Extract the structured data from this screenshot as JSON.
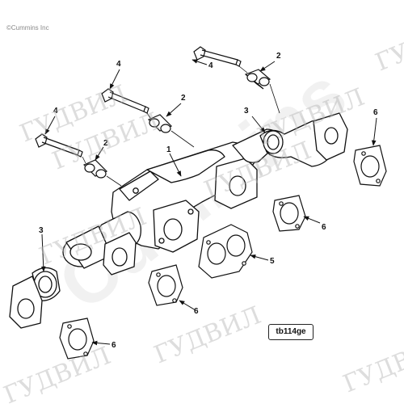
{
  "diagram": {
    "copyright": "©Cummins Inc",
    "figure_id": "tb114ge",
    "watermark_brand": "Cummins",
    "watermark_text": "ГУДВИЛ",
    "callouts": [
      {
        "id": "c4a",
        "label": "4"
      },
      {
        "id": "c2a",
        "label": "2"
      },
      {
        "id": "c4b",
        "label": "4"
      },
      {
        "id": "c2b",
        "label": "2"
      },
      {
        "id": "c3a",
        "label": "3"
      },
      {
        "id": "c6a",
        "label": "6"
      },
      {
        "id": "c4c",
        "label": "4"
      },
      {
        "id": "c2c",
        "label": "2"
      },
      {
        "id": "c1",
        "label": "1"
      },
      {
        "id": "c6b",
        "label": "6"
      },
      {
        "id": "c3b",
        "label": "3"
      },
      {
        "id": "c5",
        "label": "5"
      },
      {
        "id": "c6c",
        "label": "6"
      },
      {
        "id": "c6d",
        "label": "6"
      }
    ]
  }
}
